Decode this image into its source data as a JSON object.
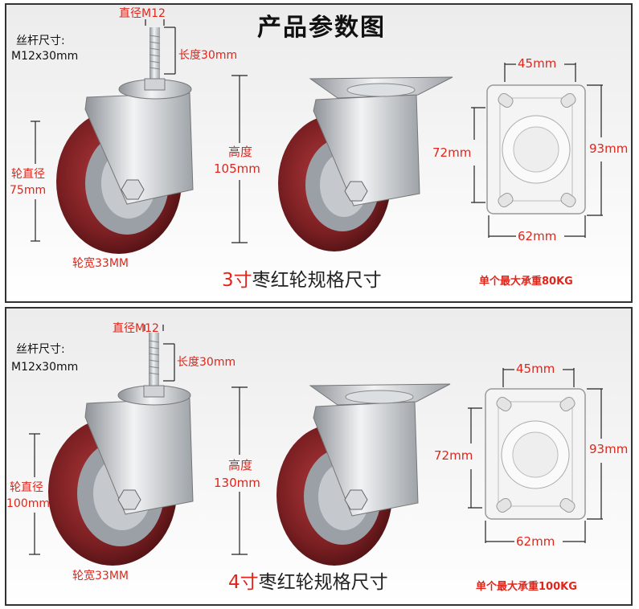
{
  "header": {
    "title": "产品参数图"
  },
  "panels": [
    {
      "screw_label": "丝杆尺寸:",
      "screw_value": "M12x30mm",
      "diameter_thread": "直径M12",
      "length_label": "长度30mm",
      "wheel_dia_label": "轮直径",
      "wheel_dia_value": "75mm",
      "height_label": "高度",
      "height_value": "105mm",
      "width_label": "轮宽33MM",
      "plate_top": "45mm",
      "plate_left": "72mm",
      "plate_right": "93mm",
      "plate_bottom": "62mm",
      "size_num": "3寸",
      "size_text": "枣红轮规格尺寸",
      "load": "单个最大承重80KG"
    },
    {
      "screw_label": "丝杆尺寸:",
      "screw_value": "M12x30mm",
      "diameter_thread": "直径M12",
      "length_label": "长度30mm",
      "wheel_dia_label": "轮直径",
      "wheel_dia_value": "100mm",
      "height_label": "高度",
      "height_value": "130mm",
      "width_label": "轮宽33MM",
      "plate_top": "45mm",
      "plate_left": "72mm",
      "plate_right": "93mm",
      "plate_bottom": "62mm",
      "size_num": "4寸",
      "size_text": "枣红轮规格尺寸",
      "load": "单个最大承重100KG"
    }
  ],
  "colors": {
    "accent": "#e0251b",
    "wheel": "#7a1f22",
    "hub": "#9aa0a6"
  }
}
